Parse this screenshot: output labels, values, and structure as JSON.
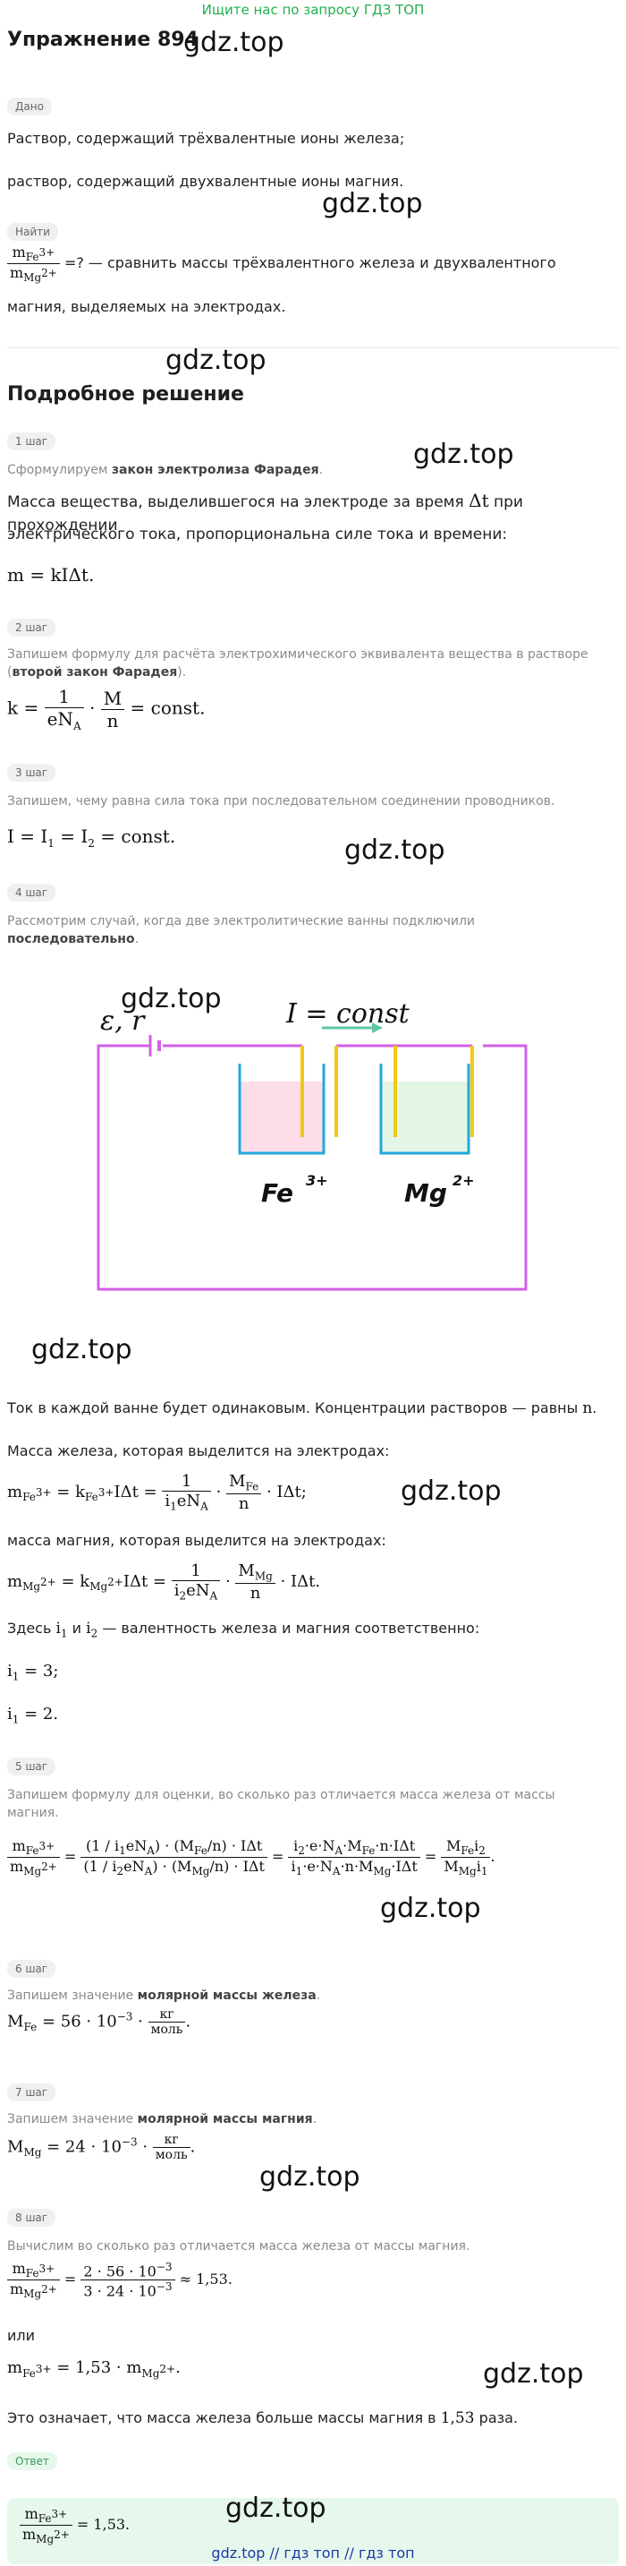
{
  "topbar": "Ищите нас по запросу ГДЗ ТОП",
  "title": "Упражнение 894",
  "watermark": "gdz.top",
  "given": {
    "badge": "Дано",
    "line1": "Раствор, содержащий трёхвалентные ионы железа;",
    "line2": "раствор, содержащий двухвалентные ионы магния."
  },
  "find": {
    "badge": "Найти",
    "text": "=? — сравнить массы трёхвалентного железа и двухвалентного",
    "text2": "магния, выделяемых на электродах."
  },
  "solution_title": "Подробное решение",
  "steps": {
    "s1": {
      "badge": "1 шаг",
      "lead": "Сформулируем ",
      "bold": "закон электролиза Фарадея",
      "tail": ".",
      "p1": "Масса вещества, выделившегося на электроде за время",
      "p1b": "при прохождении",
      "p2": "электрического тока, пропорциональна силе тока и времени:"
    },
    "s2": {
      "badge": "2 шаг",
      "l1": "Запишем формулу для расчёта электрохимического эквивалента вещества в растворе",
      "l2a": "(",
      "l2b": "второй закон Фарадея",
      "l2c": ")."
    },
    "s3": {
      "badge": "3 шаг",
      "l1": "Запишем, чему равна сила тока при последовательном соединении проводников."
    },
    "s4": {
      "badge": "4 шаг",
      "l1": "Рассмотрим случай, когда две электролитические ванны подключили",
      "l2": "последовательно",
      "l2c": "."
    },
    "s5": {
      "badge": "5 шаг",
      "l1": "Запишем формулу для оценки, во сколько раз отличается масса железа от массы",
      "l2": "магния."
    },
    "s6": {
      "badge": "6 шаг",
      "l1": "Запишем значение ",
      "l1b": "молярной массы железа",
      "l1c": "."
    },
    "s7": {
      "badge": "7 шаг",
      "l1": "Запишем значение ",
      "l1b": "молярной массы магния",
      "l1c": "."
    },
    "s8": {
      "badge": "8 шаг",
      "l1": "Вычислим во сколько раз отличается масса железа от массы магния."
    }
  },
  "para": {
    "p1": "Ток в каждой ванне будет одинаковым. Концентрации растворов — равны",
    "p2": "Масса железа, которая выделится на электродах:",
    "p3": "масса магния, которая выделится на электродах:",
    "p4a": "Здесь",
    "p4b": "и",
    "p4c": "— валентность железа и магния соответственно:",
    "or": "или",
    "concl": "Это означает, что масса железа больше массы магния в",
    "concl2": "раза."
  },
  "diagram": {
    "emf": "ε, r",
    "current": "I = const",
    "fe": "Fe",
    "fe_sup": "3+",
    "mg": "Mg",
    "mg_sup": "2+"
  },
  "answer_badge": "Ответ",
  "footer": "gdz.top  //  гдз топ  //  гдз топ"
}
